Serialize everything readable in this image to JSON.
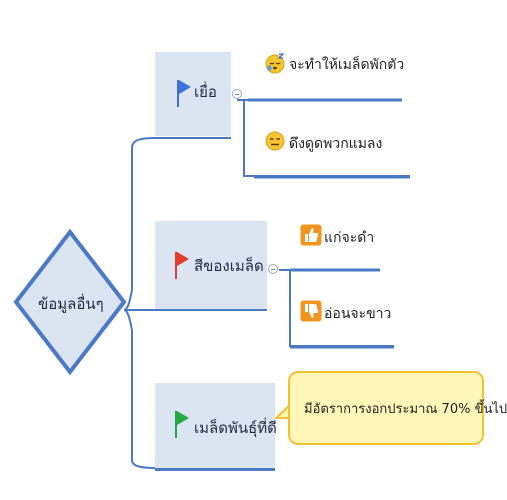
{
  "root": {
    "label": "ข้อมูลอื่นๆ"
  },
  "branches": [
    {
      "label": "เยื่อ",
      "flag_color": "#3b73d9",
      "children": [
        {
          "label": "จะทำให้เมล็ดพักตัว",
          "icon": "sleepy-face-icon"
        },
        {
          "label": "ดึงดูดพวกแมลง",
          "icon": "neutral-face-icon"
        }
      ]
    },
    {
      "label": "สีของเมล็ด",
      "flag_color": "#e23b2e",
      "children": [
        {
          "label": "แก่จะดำ",
          "icon": "thumbs-up-icon"
        },
        {
          "label": "อ่อนจะขาว",
          "icon": "thumbs-down-icon"
        }
      ]
    },
    {
      "label": "เมล็ดพันธุ์ที่ดี",
      "flag_color": "#22a845",
      "note": "มีอัตราการงอกประมาณ 70% ขึ้นไป"
    }
  ],
  "colors": {
    "line": "#4a79c6",
    "branch_fill": "#dbe4f1",
    "root_fill": "#dbe4f1",
    "callout_fill": "#fff7b8",
    "callout_border": "#f2c232",
    "emoji_yellow": "#f7c531",
    "thumb_orange": "#f0941e"
  }
}
